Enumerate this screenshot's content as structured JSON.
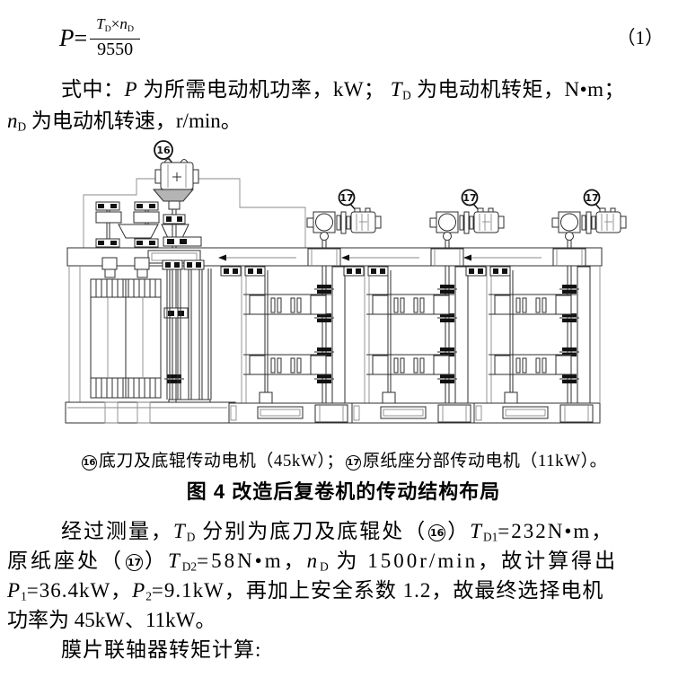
{
  "formula": {
    "lhs": [
      {
        "text": "P",
        "style": "italic"
      },
      {
        "text": "=",
        "style": "plain"
      }
    ],
    "numerator": [
      {
        "text": "T",
        "style": "italic"
      },
      {
        "text": "D",
        "style": "sub"
      },
      {
        "text": "×",
        "style": "plain"
      },
      {
        "text": "n",
        "style": "italic"
      },
      {
        "text": "D",
        "style": "sub"
      }
    ],
    "denominator": "9550",
    "equation_number": "（1）"
  },
  "explanation": {
    "lines": [
      [
        {
          "text": "式中：",
          "style": "plain"
        },
        {
          "text": "P",
          "style": "italic"
        },
        {
          "text": " 为所需电动机功率，kW； ",
          "style": "plain"
        },
        {
          "text": "T",
          "style": "italic"
        },
        {
          "text": "D",
          "style": "sub"
        },
        {
          "text": " 为电动机转矩，N•m；",
          "style": "plain"
        }
      ],
      [
        {
          "text": "n",
          "style": "italic"
        },
        {
          "text": "D",
          "style": "sub"
        },
        {
          "text": " 为电动机转速，r/min。",
          "style": "plain"
        }
      ]
    ]
  },
  "diagram": {
    "label_16": "16",
    "label_17": "17",
    "caption_segments": [
      {
        "text": "16",
        "style": "circled"
      },
      {
        "text": "底刀及底辊传动电机（45kW）；",
        "style": "plain"
      },
      {
        "text": "17",
        "style": "circled"
      },
      {
        "text": "原纸座分部传动电机（11kW）。",
        "style": "plain"
      }
    ],
    "figure_title": "图 4  改造后复卷机的传动结构布局",
    "line_color": "#2d2d2d"
  },
  "body": {
    "lines": [
      [
        {
          "text": "经过测量，",
          "style": "plain"
        },
        {
          "text": "T",
          "style": "italic"
        },
        {
          "text": "D",
          "style": "sub"
        },
        {
          "text": " 分别为底刀及底辊处（",
          "style": "plain"
        },
        {
          "text": "16",
          "style": "circled"
        },
        {
          "text": "）",
          "style": "plain"
        },
        {
          "text": "T",
          "style": "italic"
        },
        {
          "text": "D1",
          "style": "sub"
        },
        {
          "text": "=232N•m，",
          "style": "plain"
        }
      ],
      [
        {
          "text": "原纸座处（",
          "style": "plain"
        },
        {
          "text": "17",
          "style": "circled"
        },
        {
          "text": "）",
          "style": "plain"
        },
        {
          "text": "T",
          "style": "italic"
        },
        {
          "text": "D2",
          "style": "sub"
        },
        {
          "text": "=58N•m，",
          "style": "plain"
        },
        {
          "text": "n",
          "style": "italic"
        },
        {
          "text": "D",
          "style": "sub"
        },
        {
          "text": " 为 1500r/min，故计算得出",
          "style": "plain"
        }
      ],
      [
        {
          "text": "P",
          "style": "italic"
        },
        {
          "text": "1",
          "style": "sub"
        },
        {
          "text": "=36.4kW，",
          "style": "plain"
        },
        {
          "text": "P",
          "style": "italic"
        },
        {
          "text": "2",
          "style": "sub"
        },
        {
          "text": "=9.1kW，再加上安全系数 1.2，故最终选择电机",
          "style": "plain"
        }
      ],
      [
        {
          "text": "功率为 45kW、11kW。",
          "style": "plain"
        }
      ],
      [
        {
          "text": "膜片联轴器转矩计算:",
          "style": "plain"
        }
      ]
    ]
  }
}
